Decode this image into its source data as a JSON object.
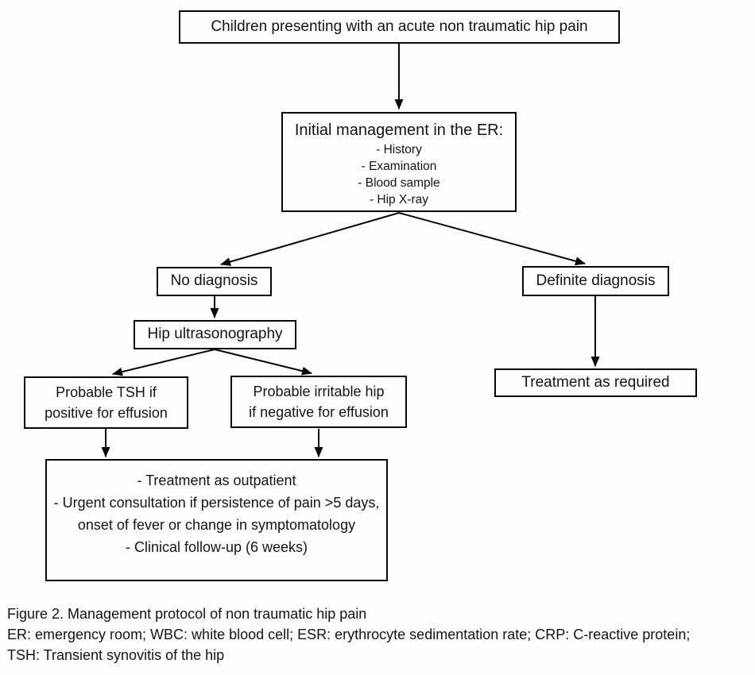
{
  "figure": {
    "background_color": "#fdfdfd",
    "box_border_color": "#070707",
    "arrow_color": "#070707",
    "text_color": "#141414"
  },
  "nodes": {
    "start": {
      "text": "Children presenting with an acute non traumatic hip pain"
    },
    "er": {
      "title": "Initial management in the ER:",
      "items": [
        "- History",
        "- Examination",
        "- Blood sample",
        "- Hip X-ray"
      ]
    },
    "no_diagnosis": {
      "text": "No diagnosis"
    },
    "ultrasound": {
      "text": "Hip ultrasonography"
    },
    "probable_tsh": {
      "text": "Probable TSH if positive for effusion",
      "lines": [
        "Probable TSH if",
        "positive for effusion"
      ]
    },
    "probable_irritable": {
      "text": "Probable irritable hip if negative for effusion",
      "lines": [
        "Probable irritable hip",
        "if negative for effusion"
      ]
    },
    "outpatient": {
      "items": [
        "- Treatment as outpatient",
        "- Urgent consultation if persistence of pain >5 days, onset of fever or change in symptomatology",
        "- Clinical follow-up (6 weeks)"
      ]
    },
    "definite_diagnosis": {
      "text": "Definite diagnosis"
    },
    "treatment_required": {
      "text": "Treatment as required"
    }
  },
  "caption": {
    "line1": "Figure 2. Management protocol of non traumatic hip pain",
    "line2": "ER: emergency room; WBC: white blood cell; ESR: erythrocyte sedimentation rate; CRP: C-reactive protein;",
    "line3": "TSH: Transient synovitis of the hip"
  }
}
